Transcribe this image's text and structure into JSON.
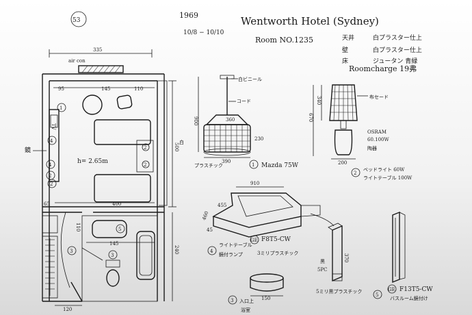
{
  "header": {
    "page_number": "53",
    "year": "1969",
    "dates": "10/8 − 10/10",
    "hotel_name": "Wentworth Hotel (Sydney)",
    "room_no": "Room NO.1235",
    "room_charge": "Roomcharge 19弗"
  },
  "finishes": [
    {
      "label": "天井",
      "value": "白プラスター仕上"
    },
    {
      "label": "壁",
      "value": "白プラスター仕上"
    },
    {
      "label": "床",
      "value": "ジュータン 青緑"
    }
  ],
  "plan": {
    "width_top": "335",
    "dim_95": "95",
    "dim_145_top": "145",
    "dim_110": "110",
    "dim_500": "500",
    "dim_240": "240",
    "dim_65": "65",
    "dim_400": "400",
    "dim_145_bath": "145",
    "dim_120": "120",
    "aircon": "air con",
    "ceiling_height": "h= 2.65m",
    "mirror": "鏡",
    "tv": "TV",
    "markers": [
      "1",
      "2",
      "3",
      "4",
      "5"
    ]
  },
  "lamp1": {
    "label_top": "白ビニール",
    "cord": "コード",
    "shade_width": "360",
    "height": "900",
    "drop": "230",
    "base_width": "390",
    "side_note": "白",
    "material": "プラスチック",
    "number": "1",
    "name": "Mazda 75W"
  },
  "lamp2": {
    "shade": "布セード",
    "height1": "340",
    "height2": "670",
    "width": "200",
    "brand": "OSRAM",
    "watt": "60.100W",
    "base": "陶器",
    "number": "2",
    "line1": "ベッドライト 60W",
    "line2": "ライトテーブル 100W"
  },
  "headboard": {
    "width": "910",
    "side": "455",
    "depth": "460",
    "number": "4",
    "badge": "GE",
    "model": "F8T5-CW",
    "line1": "ライトテーブル",
    "line2": "鏡付ランプ",
    "line3": "3ミリプラスチック",
    "fixture_height": "370",
    "black": "黒",
    "spc": "5PC",
    "fixture_note": "5ミリ黒プラスチック",
    "dim_45": "45"
  },
  "ceiling": {
    "diameter": "150",
    "number": "3",
    "entrance": "入口上",
    "bath": "浴室"
  },
  "mirror_light": {
    "number": "5",
    "badge": "GE",
    "model": "F13T5-CW",
    "desc": "バスルーム鏡付け"
  }
}
